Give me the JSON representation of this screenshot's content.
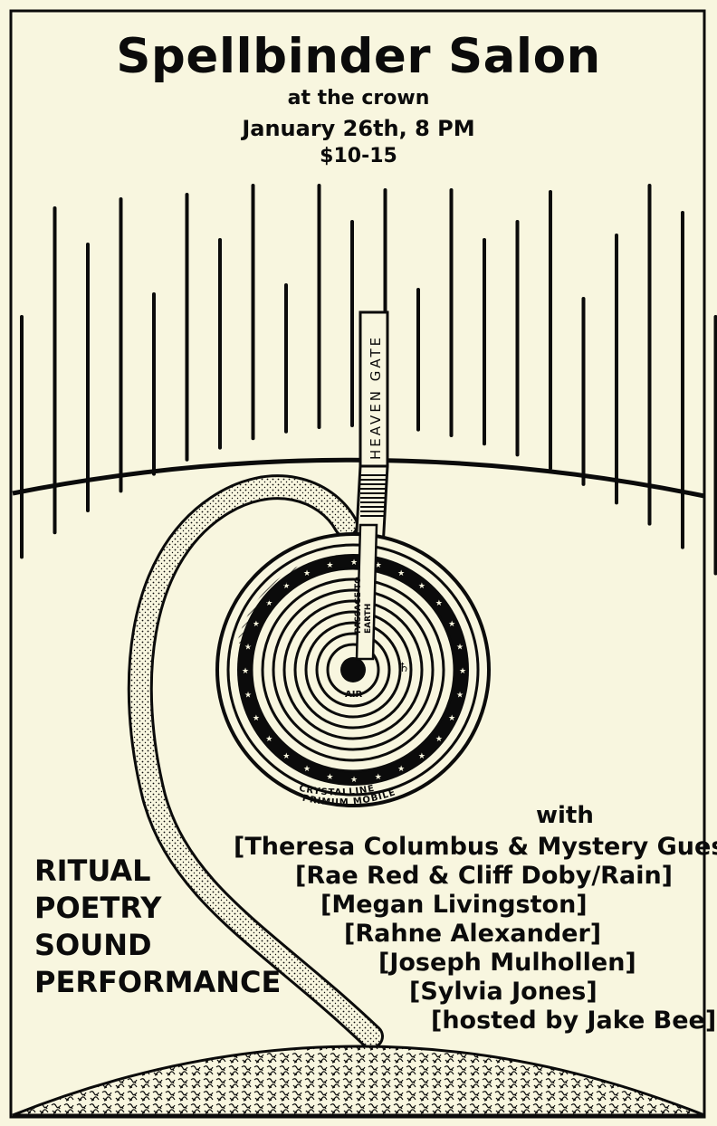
{
  "poster": {
    "title": "Spellbinder Salon",
    "venue": "at the crown",
    "date": "January 26th, 8 PM",
    "price": "$10-15"
  },
  "diagram": {
    "heaven_gate_label": "HEAVEN GATE",
    "passage_label_1": "PASSAGE TO",
    "passage_label_2": "EARTH",
    "air_label": "AIR",
    "crystalline_label": "CRYSTALLINE",
    "primum_label": "PRIMUM MOBILE",
    "planet_glyph": "♄"
  },
  "genres": [
    "RITUAL",
    "POETRY",
    "SOUND",
    "PERFORMANCE"
  ],
  "lineup": {
    "with_label": "with",
    "performers": [
      "[Theresa Columbus & Mystery Guest]",
      "[Rae Red & Cliff Doby/Rain]",
      "[Megan Livingston]",
      "[Rahne Alexander]",
      "[Joseph Mulhollen]",
      "[Sylvia Jones]",
      "[hosted by Jake Bee]"
    ]
  },
  "colors": {
    "paper": "#f8f6df",
    "ink": "#0b0b0b"
  }
}
